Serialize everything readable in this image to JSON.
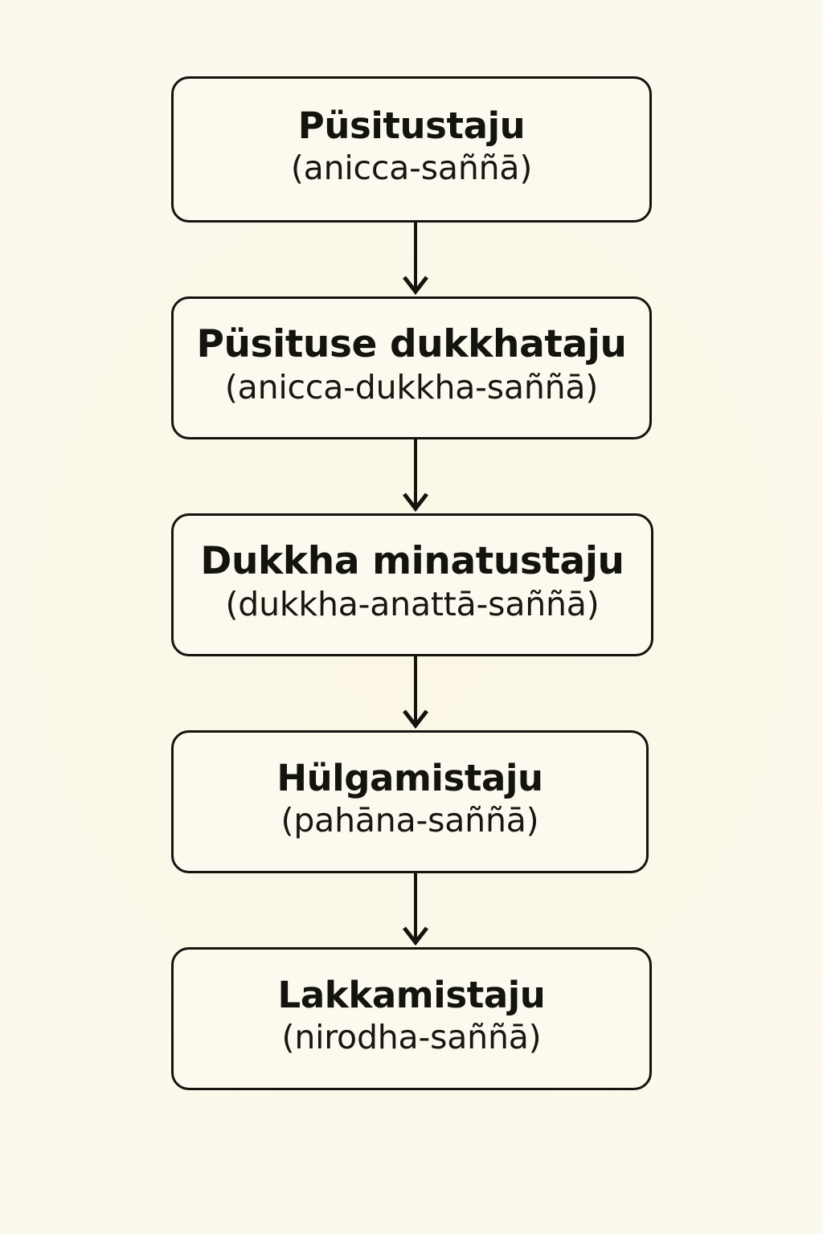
{
  "diagram": {
    "type": "vertical-flowchart",
    "background_color": "#fbf8ec",
    "stroke_color": "#14140f",
    "text_color": "#14140f",
    "orientation": "top-to-bottom",
    "node_count": 5,
    "connector_count": 4,
    "connector_style": "straight-line-with-open-chevron-arrowhead",
    "nodes": [
      {
        "id": "n1",
        "title": "Püsitustaju",
        "pali": "(anicca-saññā)"
      },
      {
        "id": "n2",
        "title": "Püsituse dukkhataju",
        "pali": "(anicca-dukkha-saññā)"
      },
      {
        "id": "n3",
        "title": "Dukkha minatustaju",
        "pali": "(dukkha-anattā-saññā)"
      },
      {
        "id": "n4",
        "title": "Hülgamistaju",
        "pali": "(pahāna-saññā)"
      },
      {
        "id": "n5",
        "title": "Lakkamistaju",
        "pali": "(nirodha-saññā)"
      }
    ]
  }
}
